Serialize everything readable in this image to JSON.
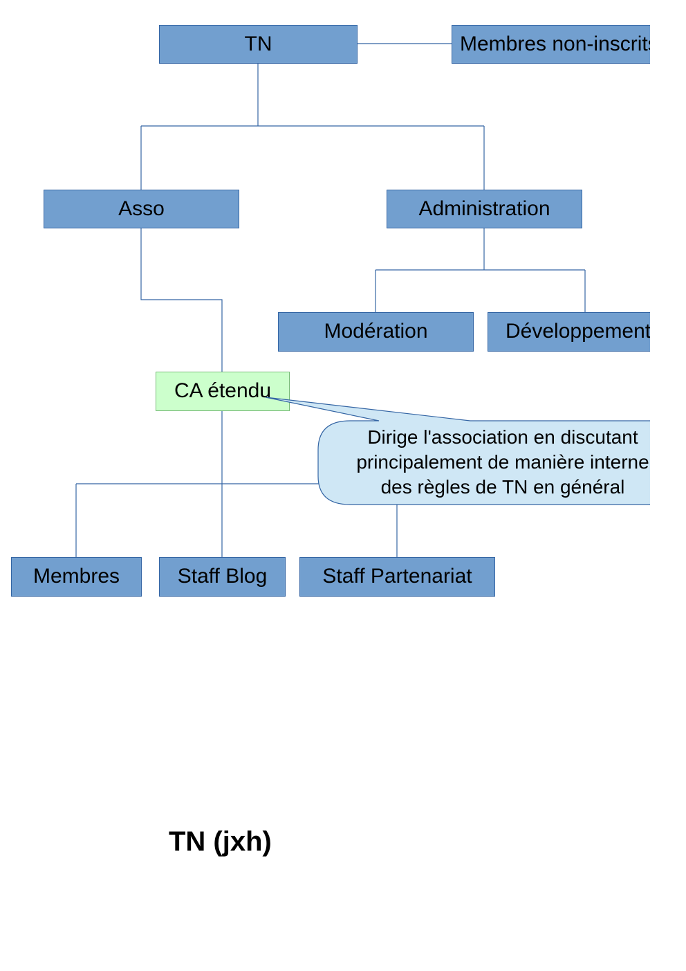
{
  "diagram": {
    "nodes": {
      "tn": "TN",
      "non_inscrits": "Membres non-inscrits",
      "asso": "Asso",
      "administration": "Administration",
      "moderation": "Modération",
      "developpement": "Développement",
      "ca_etendu": "CA étendu",
      "membres": "Membres",
      "staff_blog": "Staff Blog",
      "staff_partenariat": "Staff Partenariat"
    },
    "callout": {
      "lines": [
        "Dirige l'association en discutant",
        "principalement de manière interne",
        "des règles de TN en général"
      ]
    },
    "colors": {
      "node_fill": "#729fcf",
      "node_border": "#3465a4",
      "ca_fill": "#ccffcc",
      "callout_fill": "#cfe7f5",
      "connector": "#3465a4"
    }
  },
  "page": {
    "title": "TN (jxh)"
  }
}
